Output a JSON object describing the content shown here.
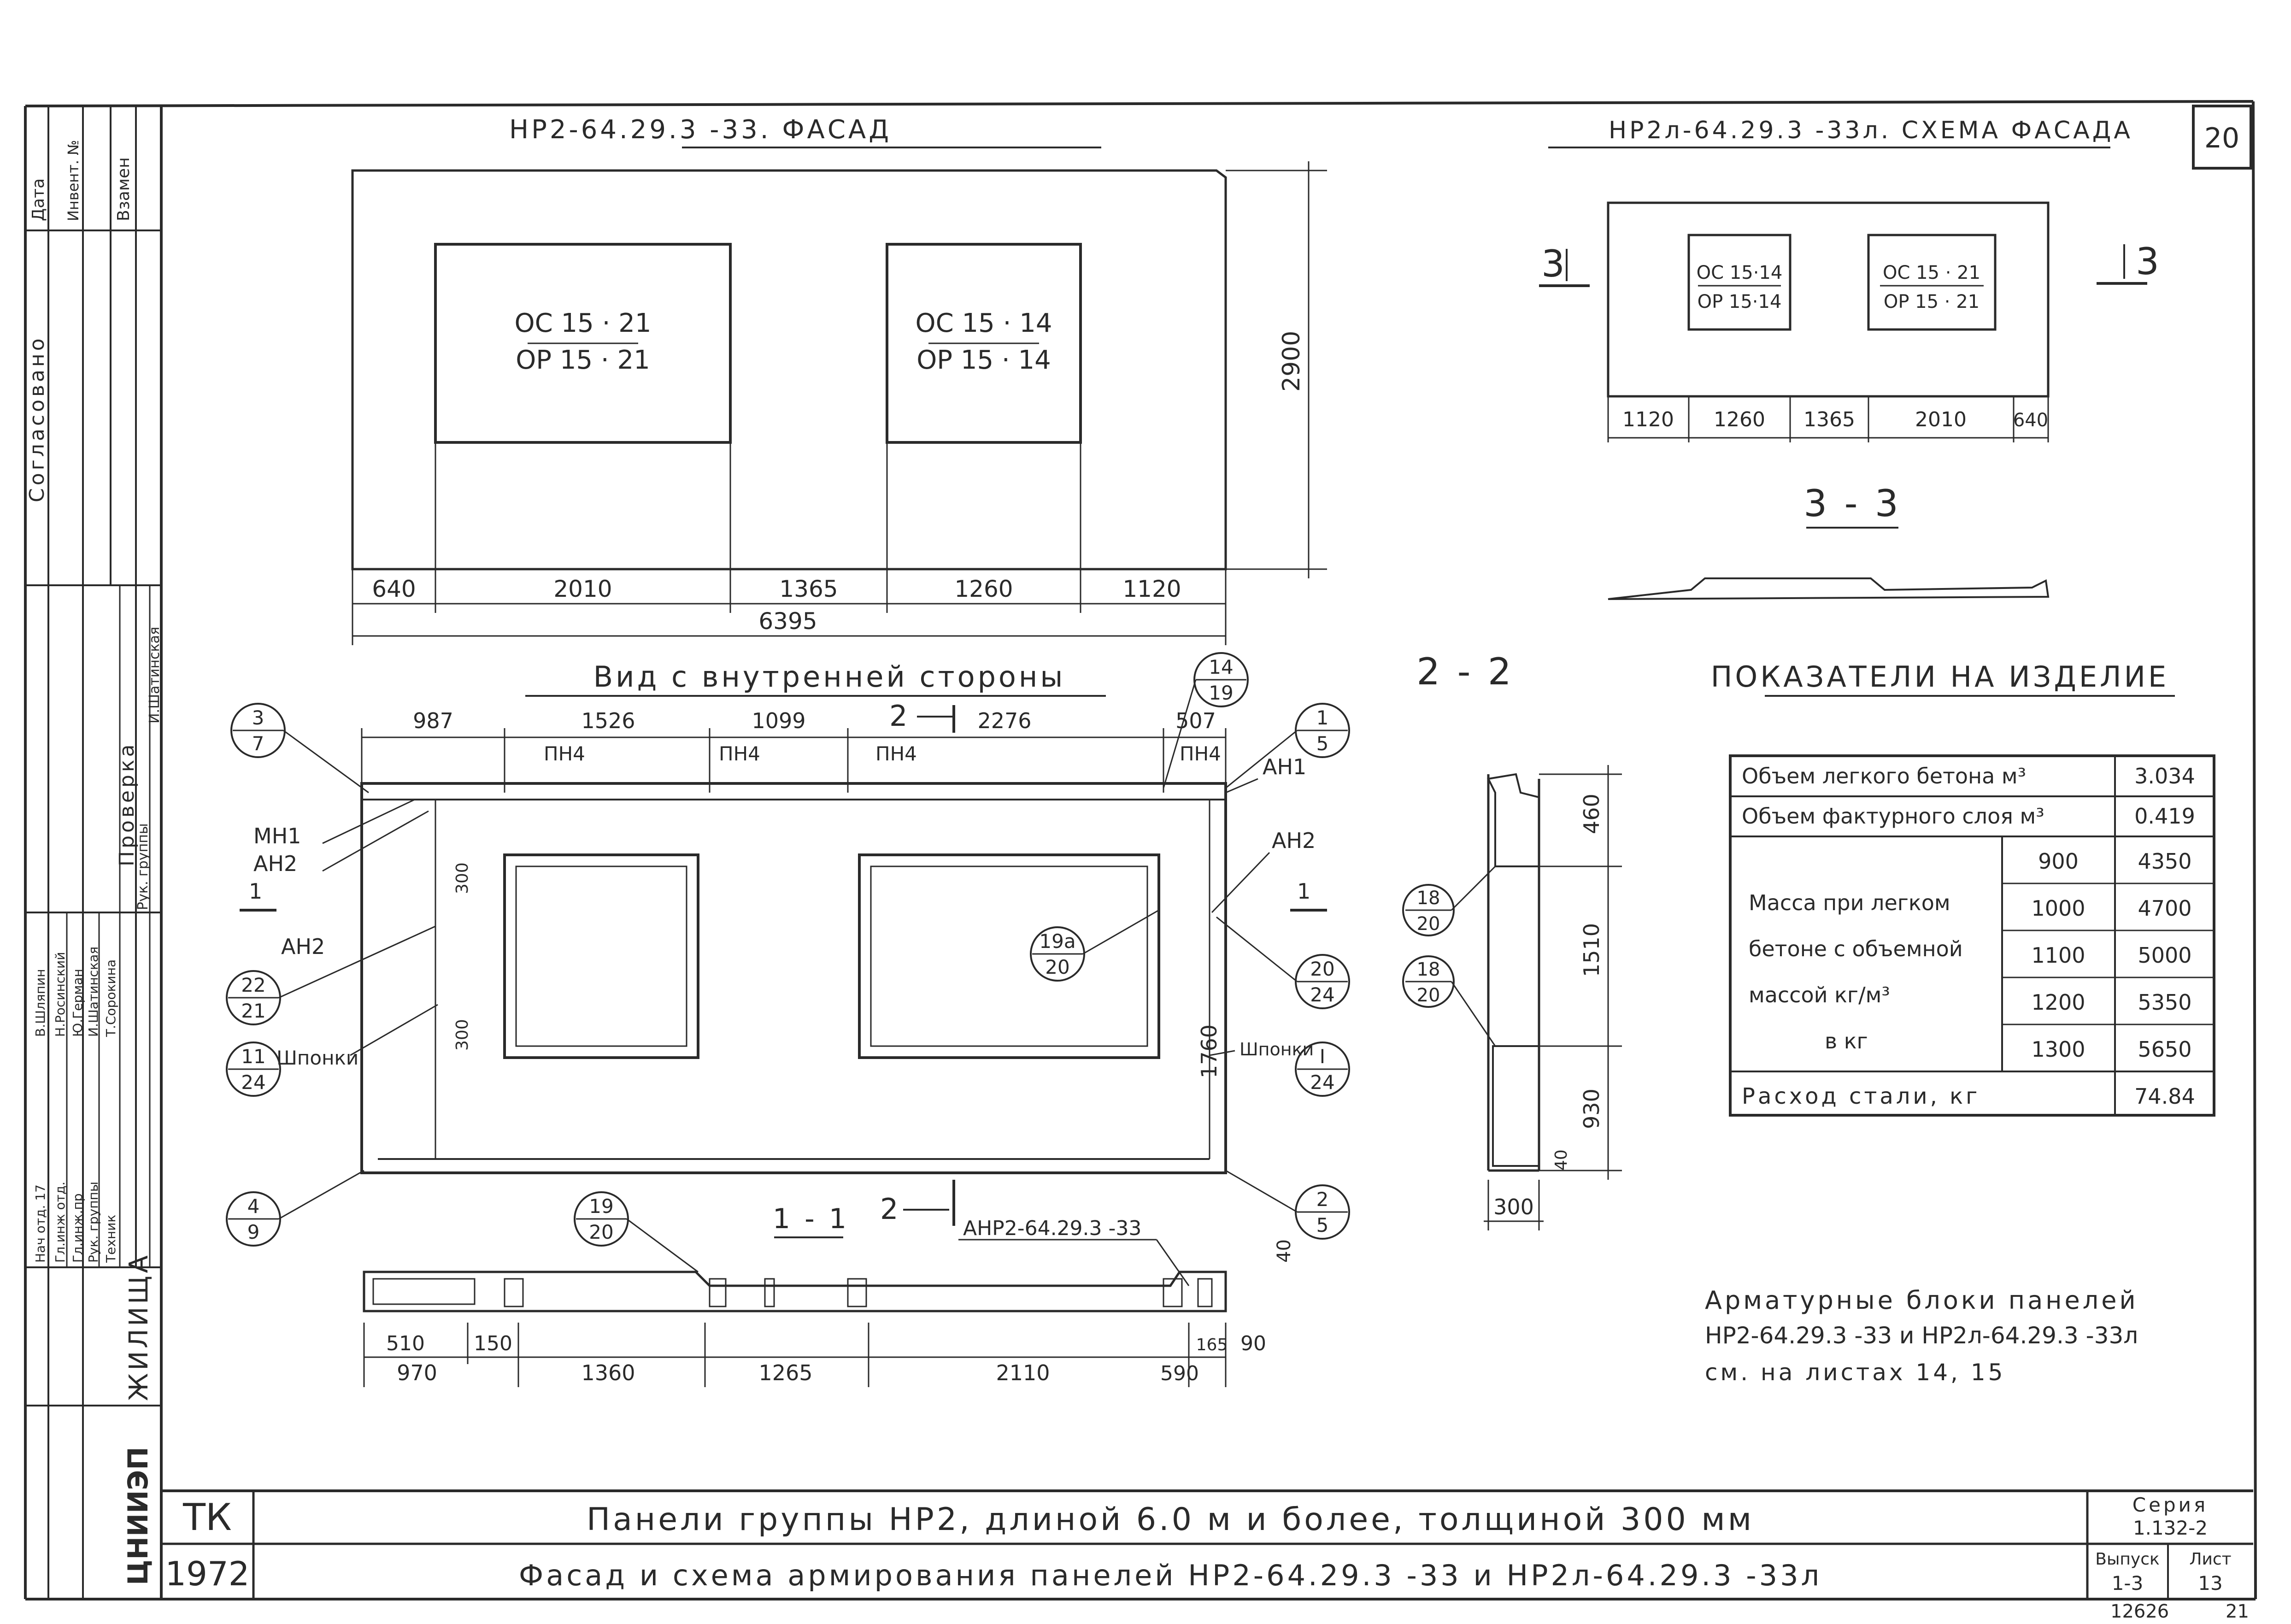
{
  "sheet": {
    "number": "20",
    "sub_number": "12626",
    "corner_note": "21"
  },
  "facade": {
    "title": "НР2-64.29.3 -33. ФАСАД",
    "window1_top": "ОС 15 · 21",
    "window1_bottom": "ОР 15 · 21",
    "window2_top": "ОС 15 · 14",
    "window2_bottom": "ОР 15 · 14",
    "height_dim": "2900",
    "dims": [
      "640",
      "2010",
      "1365",
      "1260",
      "1120"
    ],
    "total": "6395"
  },
  "mirror": {
    "title": "НР2л-64.29.3 -33л. СХЕМА ФАСАДА",
    "window1_top": "ОС 15·14",
    "window1_bottom": "ОР 15·14",
    "window2_top": "ОС 15 · 21",
    "window2_bottom": "ОР 15 · 21",
    "dims": [
      "1120",
      "1260",
      "1365",
      "2010",
      "640"
    ],
    "marker_left": "3",
    "marker_right": "3"
  },
  "section33": {
    "title": "3 - 3"
  },
  "section22": {
    "title": "2 - 2",
    "dims": [
      "460",
      "1510",
      "930",
      "40",
      "300"
    ],
    "bubble_a_top": "18",
    "bubble_a_bottom": "20",
    "bubble_b_top": "18",
    "bubble_b_bottom": "20"
  },
  "inner": {
    "title": "Вид с внутренней стороны",
    "top_dims": [
      "987",
      "1526",
      "1099",
      "2276",
      "507"
    ],
    "loops": [
      "ПН4",
      "ПН4",
      "ПН4",
      "ПН4"
    ],
    "section_mark": "2",
    "arrow_label_top": "1",
    "arrow_label_bottom": "1",
    "labels": {
      "mn1": "МН1",
      "an2_left": "АН2",
      "an2_left2": "АН2",
      "an1": "АН1",
      "an2_right": "АН2",
      "shponki_left": "Шпонки",
      "shponki_right": "Шпонки"
    },
    "dims_left": [
      "300",
      "300"
    ],
    "dim_right": "1760",
    "bubbles": [
      {
        "top": "3",
        "bottom": "7"
      },
      {
        "top": "14",
        "bottom": "19"
      },
      {
        "top": "1",
        "bottom": "5"
      },
      {
        "top": "22",
        "bottom": "21"
      },
      {
        "top": "11",
        "bottom": "24"
      },
      {
        "top": "4",
        "bottom": "9"
      },
      {
        "top": "19а",
        "bottom": "20"
      },
      {
        "top": "20",
        "bottom": "24"
      },
      {
        "top": "I",
        "bottom": "24"
      },
      {
        "top": "2",
        "bottom": "5"
      },
      {
        "top": "19",
        "bottom": "20"
      }
    ]
  },
  "section11": {
    "title": "1 - 1",
    "mark": "2",
    "block_label": "АНР2-64.29.3 -33",
    "dim_40": "40",
    "dims_top": [
      "510",
      "150",
      "165",
      "90"
    ],
    "dims_bottom": [
      "970",
      "1360",
      "1265",
      "2110",
      "590"
    ]
  },
  "indicators": {
    "title": "ПОКАЗАТЕЛИ НА ИЗДЕЛИЕ",
    "rows": [
      {
        "label": "Объем легкого бетона м³",
        "value": "3.034"
      },
      {
        "label": "Объем фактурного слоя м³",
        "value": "0.419"
      }
    ],
    "mass_label": [
      "Масса при легком",
      "бетоне с объемной",
      "массой   кг/м³",
      "в кг"
    ],
    "mass_rows": [
      {
        "density": "900",
        "mass": "4350"
      },
      {
        "density": "1000",
        "mass": "4700"
      },
      {
        "density": "1100",
        "mass": "5000"
      },
      {
        "density": "1200",
        "mass": "5350"
      },
      {
        "density": "1300",
        "mass": "5650"
      }
    ],
    "steel_label": "Расход стали, кг",
    "steel_value": "74.84"
  },
  "note": {
    "line1": "Арматурные блоки панелей",
    "line2": "НР2-64.29.3 -33  и  НР2л-64.29.3 -33л",
    "line3": "см. на листах 14, 15"
  },
  "titleblock": {
    "org": "ТК",
    "year": "1972",
    "line1": "Панели группы НР2, длиной 6.0 м и более,  толщиной 300 мм",
    "line2": "Фасад и схема армирования панелей  НР2-64.29.3 -33 и НР2л-64.29.3 -33л",
    "seria_label": "Серия",
    "seria_value": "1.132-2",
    "vypusk_label": "Выпуск",
    "vypusk_value": "1-3",
    "list_label": "Лист",
    "list_value": "13"
  },
  "sidebar": {
    "agreed": "Согласовано",
    "date": "Дата",
    "inv": "Инвент. №",
    "vzamen": "Взамен",
    "checked": "Проверка",
    "role_ruk": "Рук. группы",
    "role_ruk2": "Рук. группы",
    "name_shatinskaya": "И.Шатинская",
    "people": [
      {
        "role": "Нач отд. 17",
        "name": "В.Шляпин"
      },
      {
        "role": "Гл.инж отд.",
        "name": "Н.Росинский"
      },
      {
        "role": "Гл.инж.пр",
        "name": "Ю.Герман"
      },
      {
        "role": "Рук. группы",
        "name": "И.Шатинская"
      },
      {
        "role": "Техник",
        "name": "Т.Сорокина"
      }
    ],
    "city": "ЖИЛИЩА",
    "institute": "ЦНИИЭП"
  }
}
